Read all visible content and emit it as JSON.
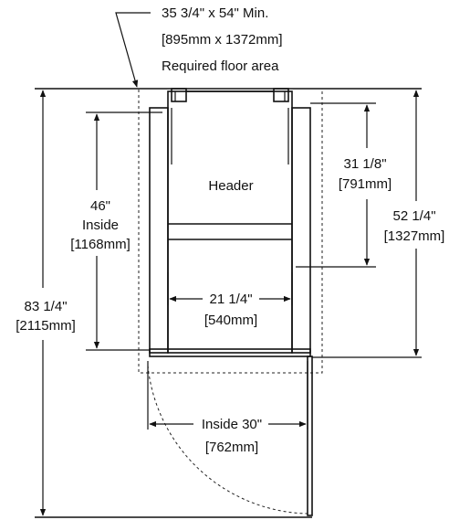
{
  "callout": {
    "line1": "35 3/4\" x 54\" Min.",
    "line2": "[895mm x 1372mm]",
    "line3": "Required floor area"
  },
  "header_label": "Header",
  "dims": {
    "left_inside": {
      "line1": "46\"",
      "line2": "Inside",
      "line3": "[1168mm]"
    },
    "overall_height": {
      "line1": "83 1/4\"",
      "line2": "[2115mm]"
    },
    "right_inner": {
      "line1": "31 1/8\"",
      "line2": "[791mm]"
    },
    "right_outer": {
      "line1": "52 1/4\"",
      "line2": "[1327mm]"
    },
    "inner_width": {
      "line1": "21 1/4\"",
      "line2": "[540mm]"
    },
    "door_swing": {
      "line1": "Inside 30\"",
      "line2": "[762mm]"
    }
  }
}
